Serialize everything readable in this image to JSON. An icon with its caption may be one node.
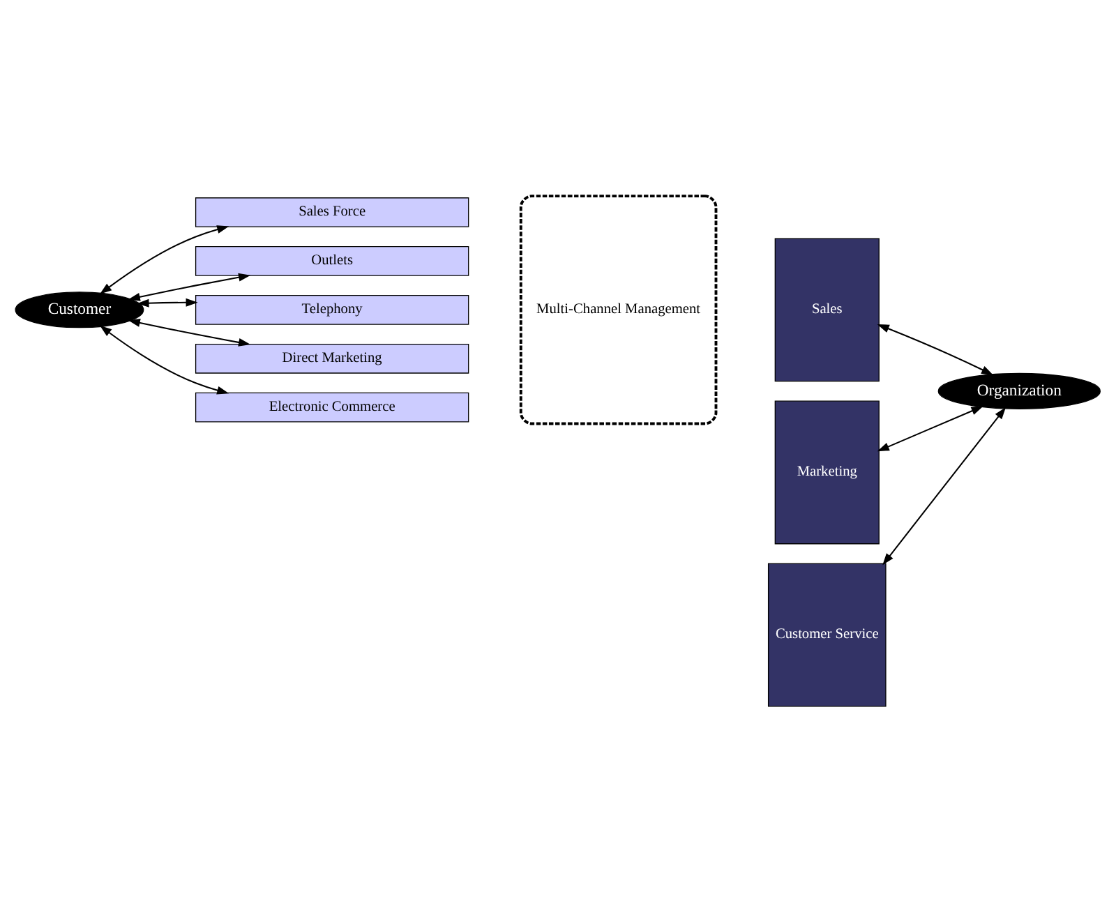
{
  "diagram": {
    "nodes": [
      {
        "text": [
          "Customer"
        ]
      },
      {
        "text": [
          "Sales Force"
        ]
      },
      {
        "text": [
          "Outlets"
        ]
      },
      {
        "text": [
          "Telephony"
        ]
      },
      {
        "text": [
          "Direct Marketing"
        ]
      },
      {
        "text": [
          "Electronic Commerce"
        ]
      },
      {
        "text": [
          "Multi-Channel Management"
        ]
      },
      {
        "text": [
          "Marketing"
        ]
      },
      {
        "text": [
          "Sales"
        ]
      },
      {
        "text": [
          "Customer Service"
        ]
      },
      {
        "text": [
          "Organization"
        ]
      }
    ],
    "edges": [
      {
        "from": 0,
        "to": 1,
        "arrow": "both"
      },
      {
        "from": 0,
        "to": 2,
        "arrow": "both"
      },
      {
        "from": 0,
        "to": 3,
        "arrow": "both"
      },
      {
        "from": 0,
        "to": 4,
        "arrow": "both"
      },
      {
        "from": 0,
        "to": 5,
        "arrow": "both"
      },
      {
        "from": 7,
        "to": 10,
        "arrow": "both"
      },
      {
        "from": 8,
        "to": 10,
        "arrow": "both"
      },
      {
        "from": 9,
        "to": 10,
        "arrow": "both"
      }
    ]
  }
}
